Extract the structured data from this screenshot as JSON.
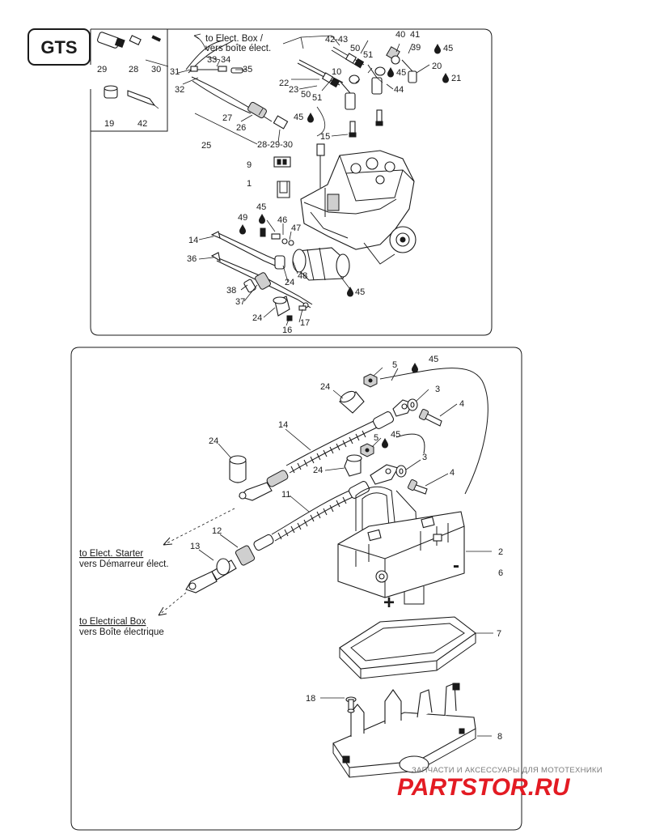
{
  "model_badge": "GTS",
  "top_panel": {
    "notes": {
      "to_box_en": "to Elect. Box /",
      "to_box_fr": "vers boîte élect."
    },
    "callouts": {
      "c29": "29",
      "c28": "28",
      "c30": "30",
      "c19": "19",
      "c42": "42",
      "c31": "31",
      "c32": "32",
      "c33": "33",
      "c34": "34",
      "c35": "35",
      "c27": "27",
      "c26": "26",
      "c25": "25",
      "c28_29_30": "28-29-30",
      "c9": "9",
      "c1": "1",
      "c22": "22",
      "c23": "23",
      "c50a": "50",
      "c51a": "51",
      "c42_43": "42-43",
      "c50b": "50",
      "c51b": "51",
      "c10": "10",
      "c40": "40",
      "c41": "41",
      "c39": "39",
      "c45a": "45",
      "c20": "20",
      "c21": "21",
      "c45b": "45",
      "c44": "44",
      "c45c": "45",
      "c15": "15",
      "c49": "49",
      "c45d": "45",
      "c46": "46",
      "c47": "47",
      "c14": "14",
      "c36": "36",
      "c48": "48",
      "c24a": "24",
      "c38": "38",
      "c37": "37",
      "c45e": "45",
      "c24b": "24",
      "c16": "16",
      "c17": "17"
    }
  },
  "bottom_panel": {
    "notes": {
      "starter_en": "to Elect. Starter",
      "starter_fr": "vers Démarreur élect.",
      "ebox_en": "to Electrical Box",
      "ebox_fr": "vers Boîte électrique"
    },
    "callouts": {
      "c5a": "5",
      "c45a": "45",
      "c24a": "24",
      "c3a": "3",
      "c4a": "4",
      "c14": "14",
      "c24b": "24",
      "c5b": "5",
      "c45b": "45",
      "c24c": "24",
      "c3b": "3",
      "c4b": "4",
      "c11": "11",
      "c12": "12",
      "c13": "13",
      "c2": "2",
      "c6": "6",
      "c7": "7",
      "c18": "18",
      "c8": "8"
    },
    "battery_minus": "-",
    "battery_plus": "+"
  },
  "watermark": {
    "line1": "ЗАПЧАСТИ И АКСЕССУАРЫ ДЛЯ МОТОТЕХНИКИ",
    "brand": "PARTSTOR.RU"
  }
}
